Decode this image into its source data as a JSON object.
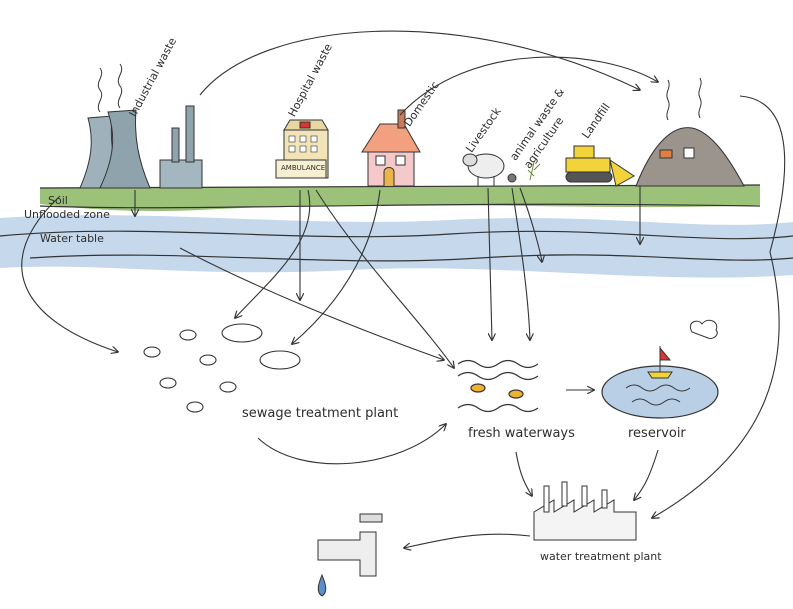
{
  "labels": {
    "industrial_waste": "Industrial waste",
    "hospital_waste": "Hospital waste",
    "domestic": "Domestic",
    "livestock": "Livestock",
    "animal_waste": "animal waste &",
    "agriculture": "agriculture",
    "landfill": "Landfill",
    "soil": "Soil",
    "unflooded_zone": "Unflooded zone",
    "water_table": "Water table",
    "sewage_treatment_plant": "sewage treatment plant",
    "fresh_waterways": "fresh waterways",
    "reservoir": "reservoir",
    "water_treatment_plant": "water treatment plant",
    "ambulance": "AMBULANCE"
  },
  "colors": {
    "soil": "#8fb86a",
    "water": "#b9cfe6",
    "factory": "#8fa3ad",
    "house": "#f2a07f",
    "bulldozer": "#f2d33a",
    "landfill": "#9a948c",
    "ink": "#333333"
  }
}
